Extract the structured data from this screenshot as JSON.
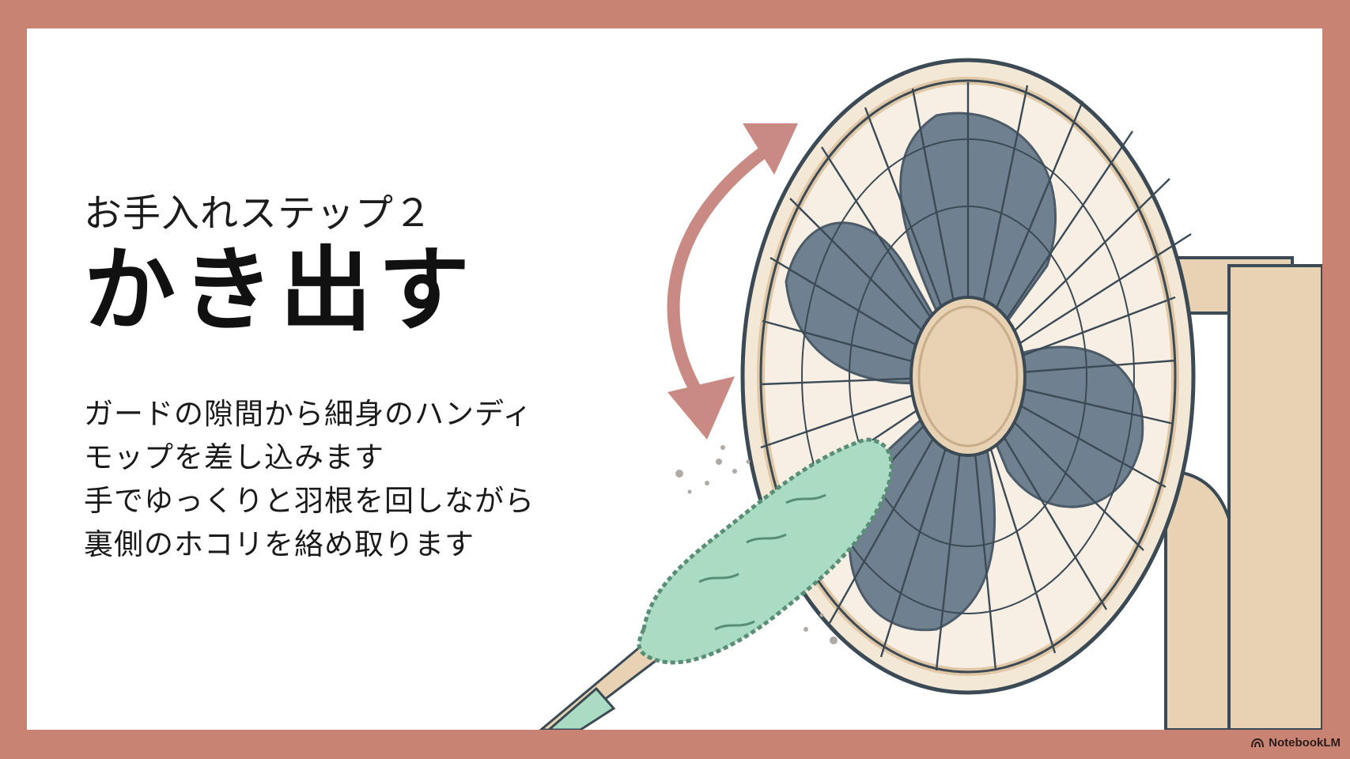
{
  "slide": {
    "step_label": "お手入れステップ２",
    "title": "かき出す",
    "description_lines": [
      "ガードの隙間から細身のハンディ",
      "モップを差し込みます",
      "手でゆっくりと羽根を回しながら",
      "裏側のホコリを絡め取ります"
    ]
  },
  "illustration": {
    "subject": "desk fan with handy mop duster",
    "icons": [
      "fan-illustration",
      "mop-illustration",
      "double-arrow-icon",
      "dust-particles"
    ]
  },
  "colors": {
    "frame": "#c98373",
    "fan_body": "#e8d2b4",
    "fan_outline": "#3b4a55",
    "fan_blades": "#6f8190",
    "mop_head": "#a9dcc2",
    "arrow": "#c98a84"
  },
  "branding": {
    "label": "NotebookLM"
  }
}
